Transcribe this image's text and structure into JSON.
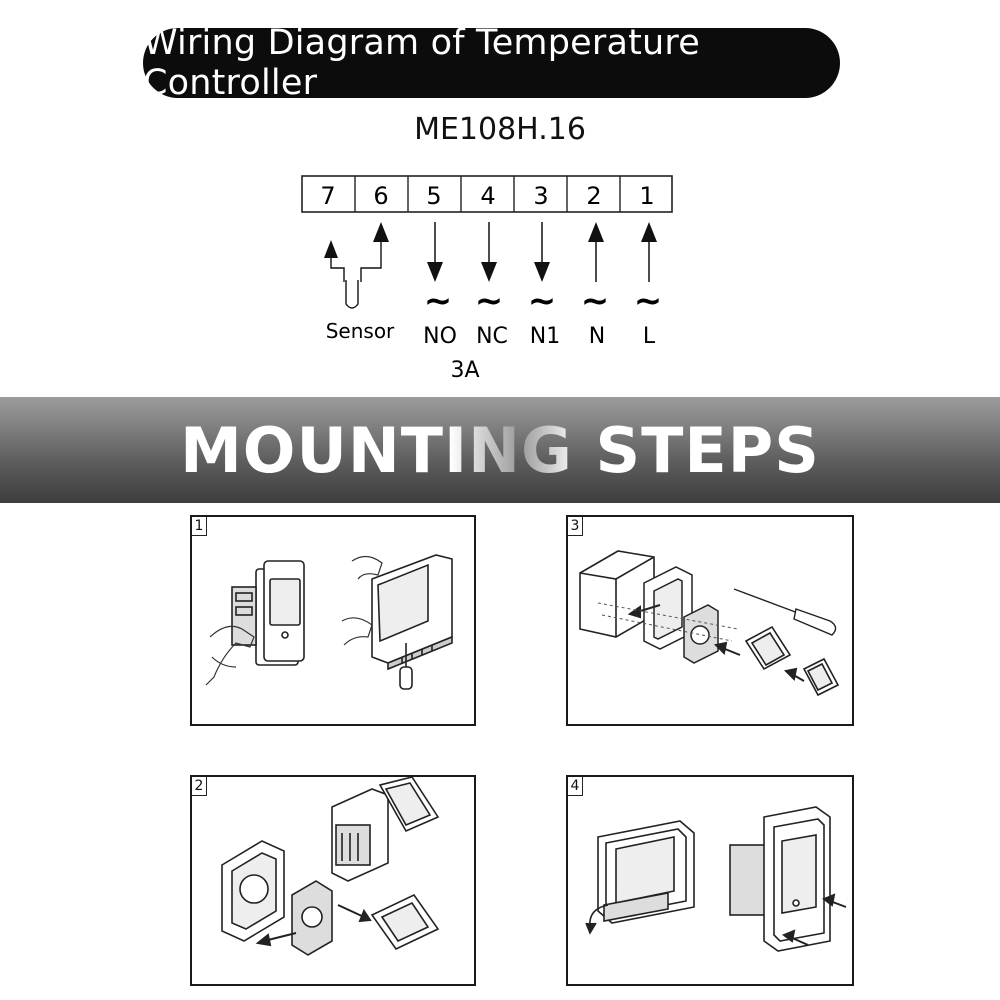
{
  "header": {
    "title": "Wiring Diagram of Temperature Controller",
    "model": "ME108H.16"
  },
  "terminals": {
    "numbers": [
      "7",
      "6",
      "5",
      "4",
      "3",
      "2",
      "1"
    ],
    "signals": {
      "no": "NO",
      "nc": "NC",
      "n1": "N1",
      "n": "N",
      "l": "L",
      "tilde": "~",
      "sensor": "Sensor",
      "rating": "3A"
    }
  },
  "section": {
    "title": "MOUNTING STEPS"
  },
  "steps": [
    {
      "number": "1"
    },
    {
      "number": "3"
    },
    {
      "number": "2"
    },
    {
      "number": "4"
    }
  ]
}
